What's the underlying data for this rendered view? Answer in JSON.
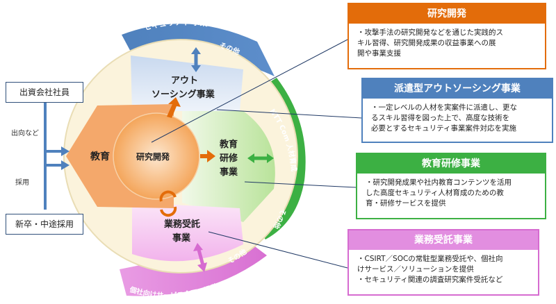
{
  "sources": {
    "employee": "出資会社社員",
    "dispatch": "出向など",
    "hire": "採用",
    "newgrad": "新卒・中途採用"
  },
  "center": {
    "education": "教育",
    "rnd": "研究開発",
    "outsourcing": [
      "アウト",
      "ソーシング事業"
    ],
    "training": [
      "教育",
      "研修",
      "事業"
    ],
    "consign": [
      "業務受託",
      "事業"
    ]
  },
  "rings": {
    "security": "セキュリティ 事業",
    "security_other": "その他",
    "ntt": "NTT Com 人材育成",
    "ntt_other": "その他",
    "individual": "個社向けサービス企画・提供",
    "individual_other": "その他"
  },
  "boxes": [
    {
      "title": "研究開発",
      "color": "#e36c0a",
      "lines": [
        "・攻撃手法の研究開発などを通じた実践的ス",
        "キル習得、研究開発成果の収益事業への展",
        "開や事業支援"
      ]
    },
    {
      "title": "派遣型アウトソーシング事業",
      "color": "#4f81bd",
      "lines": [
        "・一定レベルの人材を実案件に派遣し、更な",
        "るスキル習得を図った上で、高度な技術を",
        "必要とするセキュリティ事業案件対応を実施"
      ]
    },
    {
      "title": "教育研修事業",
      "color": "#3cb043",
      "lines": [
        "・研究開発成果や社内教育コンテンツを活用",
        "した高度セキュリティ人材育成のための教",
        "育・研修サービスを提供"
      ]
    },
    {
      "title": "業務受託事業",
      "color": "#d66bd0",
      "lines": [
        "・CSIRT／SOCの常駐型業務受託や、個社向",
        "けサービス／ソリューションを提供",
        "・セキュリティ関連の調査研究案件受託など"
      ]
    }
  ]
}
